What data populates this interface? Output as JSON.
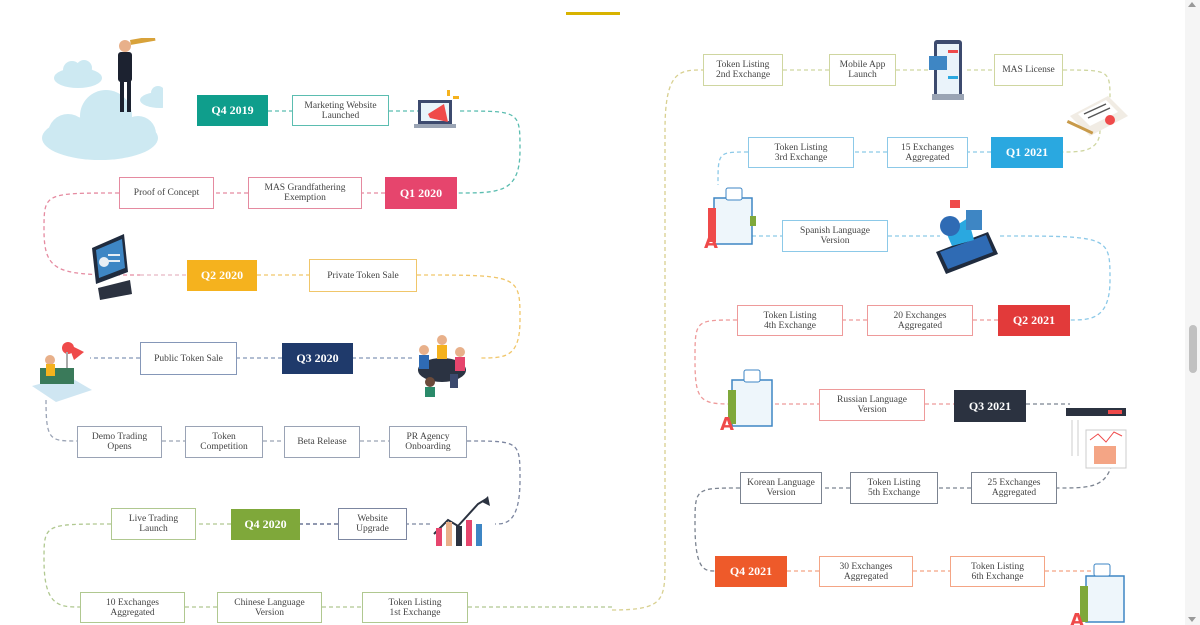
{
  "roadmap": {
    "quarters": {
      "q4_2019": "Q4 2019",
      "q1_2020": "Q1 2020",
      "q2_2020": "Q2 2020",
      "q3_2020": "Q3 2020",
      "q4_2020": "Q4 2020",
      "q1_2021": "Q1 2021",
      "q2_2021": "Q2 2021",
      "q3_2021": "Q3 2021",
      "q4_2021": "Q4 2021"
    },
    "milestones": {
      "marketing_website": "Marketing Website\nLaunched",
      "proof_of_concept": "Proof of Concept",
      "mas_grandfathering": "MAS Grandfathering\nExemption",
      "private_token_sale": "Private Token Sale",
      "public_token_sale": "Public Token Sale",
      "demo_trading": "Demo Trading\nOpens",
      "token_competition": "Token\nCompetition",
      "beta_release": "Beta Release",
      "pr_agency": "PR Agency\nOnboarding",
      "live_trading": "Live Trading\nLaunch",
      "website_upgrade": "Website\nUpgrade",
      "ten_exchanges": "10 Exchanges\nAggregated",
      "chinese_language": "Chinese Language\nVersion",
      "token_listing_1": "Token Listing\n1st Exchange",
      "token_listing_2": "Token Listing\n2nd Exchange",
      "mobile_app": "Mobile App\nLaunch",
      "mas_license": "MAS License",
      "token_listing_3": "Token Listing\n3rd Exchange",
      "fifteen_exchanges": "15 Exchanges\nAggregated",
      "spanish_language": "Spanish Language\nVersion",
      "token_listing_4": "Token Listing\n4th Exchange",
      "twenty_exchanges": "20 Exchanges\nAggregated",
      "russian_language": "Russian Language\nVersion",
      "korean_language": "Korean Language\nVersion",
      "token_listing_5": "Token Listing\n5th Exchange",
      "twentyfive_exchanges": "25 Exchanges\nAggregated",
      "thirty_exchanges": "30 Exchanges\nAggregated",
      "token_listing_6": "Token Listing\n6th Exchange"
    },
    "colors": {
      "teal": "#0f9e8c",
      "pink": "#e6456d",
      "amber": "#f5b21e",
      "navy": "#1f3a6b",
      "green": "#7fa83a",
      "sky": "#2aa8e0",
      "red": "#e23a3a",
      "dark": "#2b3240",
      "orange": "#ee5a2a"
    }
  }
}
